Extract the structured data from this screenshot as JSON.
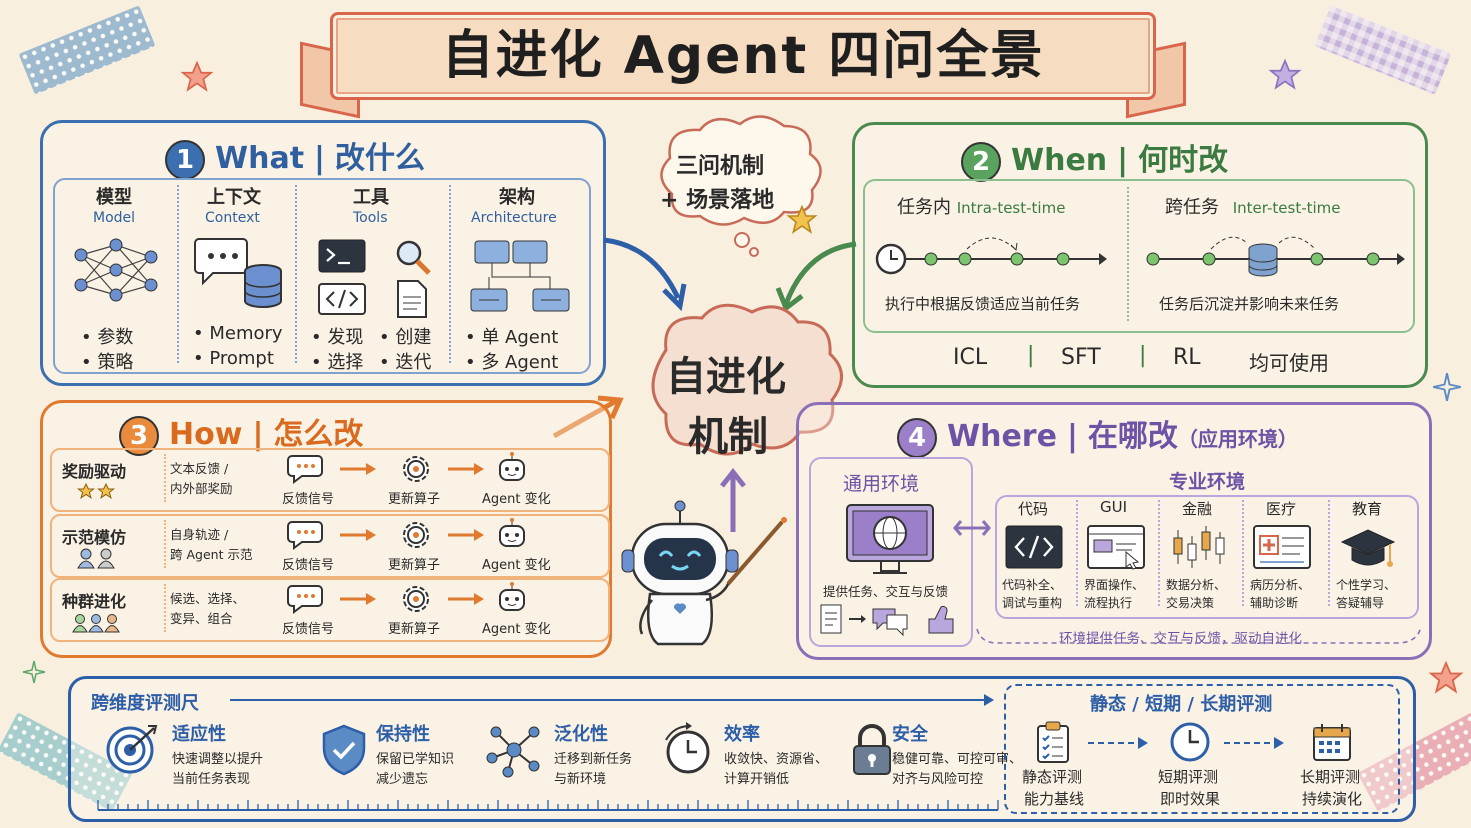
{
  "title": "自进化 Agent 四问全景",
  "bubble": {
    "line1": "三问机制",
    "line2": "+ 场景落地"
  },
  "center": {
    "line1": "自进化",
    "line2": "机制"
  },
  "what": {
    "num": "1",
    "en": "What",
    "cn": "改什么",
    "cols": [
      {
        "cn": "模型",
        "en": "Model",
        "items": [
          "• 参数",
          "• 策略"
        ]
      },
      {
        "cn": "上下文",
        "en": "Context",
        "items": [
          "• Memory",
          "• Prompt"
        ]
      },
      {
        "cn": "工具",
        "en": "Tools",
        "items": [
          "• 发现",
          "• 选择",
          "• 创建",
          "• 迭代"
        ]
      },
      {
        "cn": "架构",
        "en": "Architecture",
        "items": [
          "• 单 Agent",
          "• 多 Agent"
        ]
      }
    ]
  },
  "when": {
    "num": "2",
    "en": "When",
    "cn": "何时改",
    "intra": {
      "cn": "任务内",
      "en": "Intra-test-time",
      "desc": "执行中根据反馈适应当前任务"
    },
    "inter": {
      "cn": "跨任务",
      "en": "Inter-test-time",
      "desc": "任务后沉淀并影响未来任务"
    },
    "methods": [
      "ICL",
      "SFT",
      "RL"
    ],
    "methods_note": "均可使用"
  },
  "how": {
    "num": "3",
    "en": "How",
    "cn": "怎么改",
    "rows": [
      {
        "name": "奖励驱动",
        "desc1": "文本反馈 /",
        "desc2": "内外部奖励"
      },
      {
        "name": "示范模仿",
        "desc1": "自身轨迹 /",
        "desc2": "跨 Agent 示范"
      },
      {
        "name": "种群进化",
        "desc1": "候选、选择、",
        "desc2": "变异、组合"
      }
    ],
    "flow": [
      "反馈信号",
      "更新算子",
      "Agent 变化"
    ]
  },
  "where": {
    "num": "4",
    "en": "Where",
    "cn": "在哪改",
    "sub": "（应用环境）",
    "general": {
      "title": "通用环境",
      "desc": "提供任务、交互与反馈"
    },
    "special_title": "专业环境",
    "special": [
      {
        "name": "代码",
        "d1": "代码补全、",
        "d2": "调试与重构"
      },
      {
        "name": "GUI",
        "d1": "界面操作、",
        "d2": "流程执行"
      },
      {
        "name": "金融",
        "d1": "数据分析、",
        "d2": "交易决策"
      },
      {
        "name": "医疗",
        "d1": "病历分析、",
        "d2": "辅助诊断"
      },
      {
        "name": "教育",
        "d1": "个性学习、",
        "d2": "答疑辅导"
      }
    ],
    "footer": "环境提供任务、交互与反馈，驱动自进化"
  },
  "eval": {
    "title": "跨维度评测尺",
    "metrics": [
      {
        "name": "适应性",
        "d1": "快速调整以提升",
        "d2": "当前任务表现"
      },
      {
        "name": "保持性",
        "d1": "保留已学知识",
        "d2": "减少遗忘"
      },
      {
        "name": "泛化性",
        "d1": "迁移到新任务",
        "d2": "与新环境"
      },
      {
        "name": "效率",
        "d1": "收敛快、资源省、",
        "d2": "计算开销低"
      },
      {
        "name": "安全",
        "d1": "稳健可靠、可控可审、",
        "d2": "对齐与风险可控"
      }
    ],
    "stages_title": "静态 / 短期 / 长期评测",
    "stages": [
      {
        "name": "静态评测",
        "desc": "能力基线"
      },
      {
        "name": "短期评测",
        "desc": "即时效果"
      },
      {
        "name": "长期评测",
        "desc": "持续演化"
      }
    ]
  }
}
